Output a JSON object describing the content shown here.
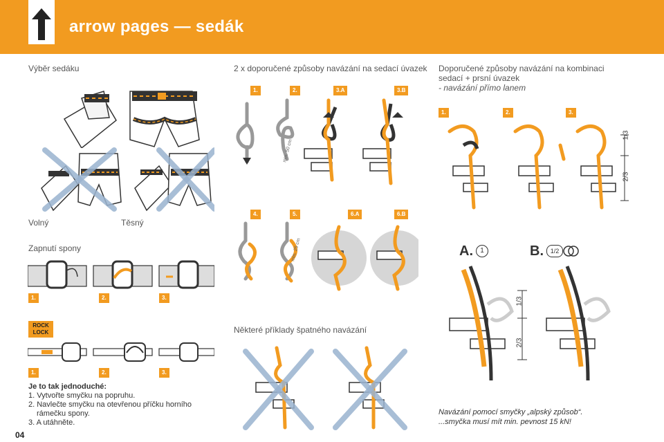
{
  "header": {
    "title": "arrow pages — sedák",
    "accent": "#f29b20"
  },
  "page_number": "04",
  "left": {
    "section_title": "Výběr sedáku",
    "fit_loose": "Volný",
    "fit_tight": "Těsný",
    "buckle_title": "Zapnutí spony",
    "buckle_steps": [
      "1.",
      "2.",
      "3."
    ],
    "rocklock_logo": "ROCK LOCK",
    "rocklock_steps": [
      "1.",
      "2.",
      "3."
    ],
    "easy_title": "Je to tak jednoduché:",
    "easy_steps": [
      "1. Vytvořte smyčku na popruhu.",
      "2. Navlečte smyčku na otevřenou příčku horního",
      "rámečku spony.",
      "3. A utáhněte."
    ]
  },
  "middle": {
    "section_title": "2 x doporučené způsoby navázání na sedací úvazek",
    "top_steps": [
      "1.",
      "2.",
      "3.A",
      "3.B"
    ],
    "bottom_steps": [
      "4.",
      "5.",
      "6.A",
      "6.B"
    ],
    "min_label_1": "min. 50 cm",
    "min_label_2": "min. 25 cm",
    "wrong_title": "Některé příklady špatného navázání"
  },
  "right": {
    "section_title_1": "Doporučené způsoby navázání na kombinaci",
    "section_title_2": "sedací + prsní úvazek",
    "section_title_3": "- navázání přímo lanem",
    "steps": [
      "1.",
      "2.",
      "3."
    ],
    "ratio_top": "1/3",
    "ratio_bottom": "2/3",
    "method_a": "A.",
    "method_a_count": "1",
    "method_b": "B.",
    "method_b_count": "1/2",
    "ratio_top_2": "1/3",
    "ratio_bottom_2": "2/3",
    "note_1": "Navázání pomocí smyčky „alpský způsob“.",
    "note_2": "...smyčka musí mít min. pevnost 15 kN!"
  }
}
